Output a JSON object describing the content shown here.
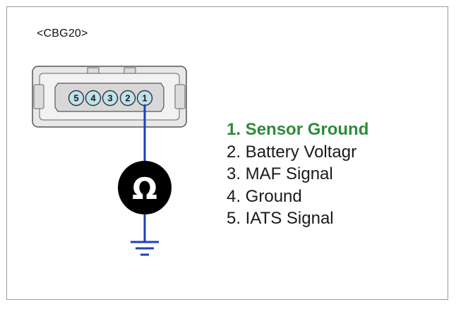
{
  "connector": {
    "id_label": "<CBG20>",
    "pins": [
      "5",
      "4",
      "3",
      "2",
      "1"
    ]
  },
  "meter": {
    "icon": "ohm-icon",
    "symbol": "Ω"
  },
  "legend": {
    "items": [
      "1. Sensor Ground",
      "2. Battery Voltagr",
      "3. MAF Signal",
      "4. Ground",
      "5. IATS Signal"
    ]
  },
  "colors": {
    "highlight": "#2e8b3a",
    "wire": "#1f3fbf",
    "pin_fill": "#bfe3ea",
    "connector_fill": "#e6e6e6",
    "meter_fill": "#000000"
  }
}
